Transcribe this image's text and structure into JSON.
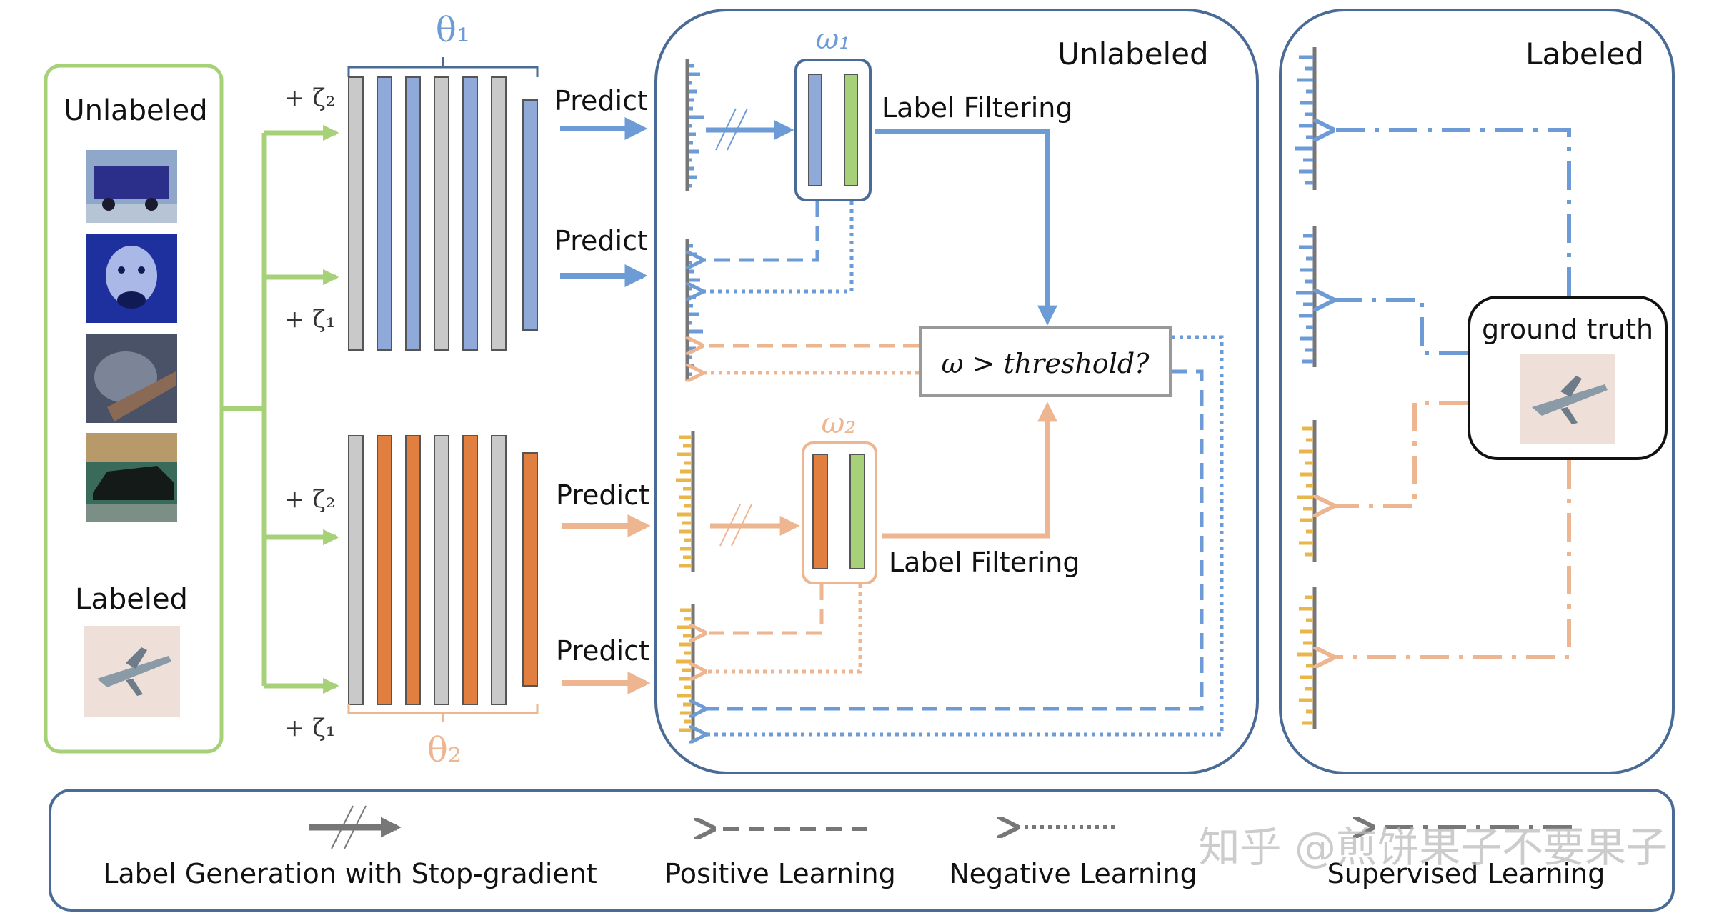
{
  "colors": {
    "blue": "#6d9bd6",
    "orange": "#eeb591",
    "green": "#a7d178",
    "gray": "#c9c9c9",
    "frame": "#4a6b96",
    "dark_gray": "#777777"
  },
  "left_panel": {
    "unlabeled_title": "Unlabeled",
    "labeled_title": "Labeled"
  },
  "network_top": {
    "theta_label": "θ₁",
    "noise_top": "+ ζ₂",
    "noise_bottom": "+ ζ₁"
  },
  "network_bottom": {
    "theta_label": "θ₂",
    "noise_top": "+ ζ₂",
    "noise_bottom": "+ ζ₁"
  },
  "predict_labels": [
    "Predict",
    "Predict",
    "Predict",
    "Predict"
  ],
  "unlabeled_panel": {
    "title": "Unlabeled",
    "omega1_label": "ω₁",
    "omega2_label": "ω₂",
    "label_filtering_top": "Label Filtering",
    "label_filtering_bottom": "Label Filtering",
    "threshold_text": "ω > threshold?"
  },
  "labeled_panel": {
    "title": "Labeled",
    "ground_truth_label": "ground truth"
  },
  "legend": {
    "items": [
      "Label Generation with Stop-gradient",
      "Positive Learning",
      "Negative Learning",
      "Supervised Learning"
    ]
  },
  "watermark": "知乎 @煎饼果子不要果子"
}
